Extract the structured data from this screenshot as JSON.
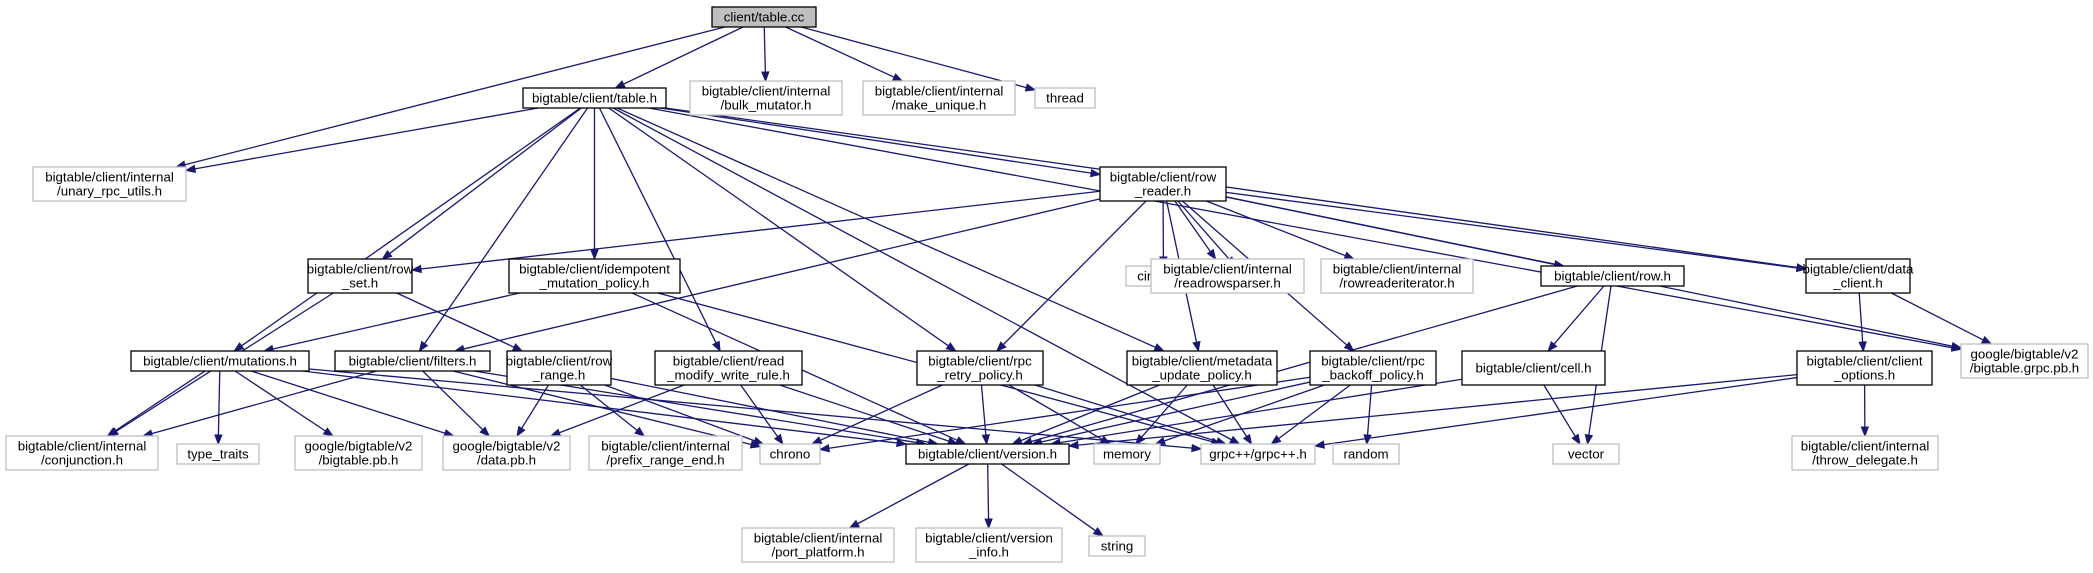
{
  "colors": {
    "edge": "#191970",
    "node_border_strong": "#000000",
    "node_border_external": "#bfbfbf",
    "root_fill": "#bfbfbf",
    "node_fill": "#ffffff"
  },
  "nodes": [
    {
      "id": "table_cc",
      "lines": [
        "client/table.cc"
      ],
      "style": "root"
    },
    {
      "id": "table_h",
      "lines": [
        "bigtable/client/table.h"
      ],
      "style": "internal"
    },
    {
      "id": "bulk_mutator",
      "lines": [
        "bigtable/client/internal",
        "/bulk_mutator.h"
      ],
      "style": "external"
    },
    {
      "id": "make_unique",
      "lines": [
        "bigtable/client/internal",
        "/make_unique.h"
      ],
      "style": "external"
    },
    {
      "id": "thread",
      "lines": [
        "thread"
      ],
      "style": "external"
    },
    {
      "id": "unary_rpc_utils",
      "lines": [
        "bigtable/client/internal",
        "/unary_rpc_utils.h"
      ],
      "style": "external"
    },
    {
      "id": "row_reader",
      "lines": [
        "bigtable/client/row",
        "_reader.h"
      ],
      "style": "internal"
    },
    {
      "id": "row_set",
      "lines": [
        "bigtable/client/row",
        "_set.h"
      ],
      "style": "internal"
    },
    {
      "id": "idempotent",
      "lines": [
        "bigtable/client/idempotent",
        "_mutation_policy.h"
      ],
      "style": "internal"
    },
    {
      "id": "cinttypes",
      "lines": [
        "cinttypes"
      ],
      "style": "external"
    },
    {
      "id": "iterator",
      "lines": [
        "iterator"
      ],
      "style": "external"
    },
    {
      "id": "readrowsparser",
      "lines": [
        "bigtable/client/internal",
        "/readrowsparser.h"
      ],
      "style": "external"
    },
    {
      "id": "rowreaderiterator",
      "lines": [
        "bigtable/client/internal",
        "/rowreaderiterator.h"
      ],
      "style": "external"
    },
    {
      "id": "row_h",
      "lines": [
        "bigtable/client/row.h"
      ],
      "style": "internal"
    },
    {
      "id": "data_client",
      "lines": [
        "bigtable/client/data",
        "_client.h"
      ],
      "style": "internal"
    },
    {
      "id": "bigtable_grpc",
      "lines": [
        "google/bigtable/v2",
        "/bigtable.grpc.pb.h"
      ],
      "style": "external"
    },
    {
      "id": "mutations",
      "lines": [
        "bigtable/client/mutations.h"
      ],
      "style": "internal"
    },
    {
      "id": "filters",
      "lines": [
        "bigtable/client/filters.h"
      ],
      "style": "internal"
    },
    {
      "id": "row_range",
      "lines": [
        "bigtable/client/row",
        "_range.h"
      ],
      "style": "internal"
    },
    {
      "id": "read_modify",
      "lines": [
        "bigtable/client/read",
        "_modify_write_rule.h"
      ],
      "style": "internal"
    },
    {
      "id": "rpc_retry",
      "lines": [
        "bigtable/client/rpc",
        "_retry_policy.h"
      ],
      "style": "internal"
    },
    {
      "id": "metadata",
      "lines": [
        "bigtable/client/metadata",
        "_update_policy.h"
      ],
      "style": "internal"
    },
    {
      "id": "rpc_backoff",
      "lines": [
        "bigtable/client/rpc",
        "_backoff_policy.h"
      ],
      "style": "internal"
    },
    {
      "id": "cell_h",
      "lines": [
        "bigtable/client/cell.h"
      ],
      "style": "internal"
    },
    {
      "id": "client_options",
      "lines": [
        "bigtable/client/client",
        "_options.h"
      ],
      "style": "internal"
    },
    {
      "id": "conjunction",
      "lines": [
        "bigtable/client/internal",
        "/conjunction.h"
      ],
      "style": "external"
    },
    {
      "id": "type_traits",
      "lines": [
        "type_traits"
      ],
      "style": "external"
    },
    {
      "id": "bigtable_pb",
      "lines": [
        "google/bigtable/v2",
        "/bigtable.pb.h"
      ],
      "style": "external"
    },
    {
      "id": "data_pb",
      "lines": [
        "google/bigtable/v2",
        "/data.pb.h"
      ],
      "style": "external"
    },
    {
      "id": "prefix_range",
      "lines": [
        "bigtable/client/internal",
        "/prefix_range_end.h"
      ],
      "style": "external"
    },
    {
      "id": "chrono",
      "lines": [
        "chrono"
      ],
      "style": "external"
    },
    {
      "id": "version_h",
      "lines": [
        "bigtable/client/version.h"
      ],
      "style": "internal"
    },
    {
      "id": "memory",
      "lines": [
        "memory"
      ],
      "style": "external"
    },
    {
      "id": "grpcpp",
      "lines": [
        "grpc++/grpc++.h"
      ],
      "style": "external"
    },
    {
      "id": "random",
      "lines": [
        "random"
      ],
      "style": "external"
    },
    {
      "id": "vector",
      "lines": [
        "vector"
      ],
      "style": "external"
    },
    {
      "id": "throw_delegate",
      "lines": [
        "bigtable/client/internal",
        "/throw_delegate.h"
      ],
      "style": "external"
    },
    {
      "id": "port_platform",
      "lines": [
        "bigtable/client/internal",
        "/port_platform.h"
      ],
      "style": "external"
    },
    {
      "id": "version_info",
      "lines": [
        "bigtable/client/version",
        "_info.h"
      ],
      "style": "external"
    },
    {
      "id": "string",
      "lines": [
        "string"
      ],
      "style": "external"
    }
  ],
  "edges": [
    [
      "table_cc",
      "table_h"
    ],
    [
      "table_cc",
      "bulk_mutator"
    ],
    [
      "table_cc",
      "make_unique"
    ],
    [
      "table_cc",
      "thread"
    ],
    [
      "table_cc",
      "unary_rpc_utils"
    ],
    [
      "table_h",
      "unary_rpc_utils"
    ],
    [
      "table_h",
      "row_reader"
    ],
    [
      "table_h",
      "row_set"
    ],
    [
      "table_h",
      "idempotent"
    ],
    [
      "table_h",
      "mutations"
    ],
    [
      "table_h",
      "filters"
    ],
    [
      "table_h",
      "read_modify"
    ],
    [
      "table_h",
      "rpc_retry"
    ],
    [
      "table_h",
      "metadata"
    ],
    [
      "table_h",
      "data_client"
    ],
    [
      "table_h",
      "bigtable_grpc"
    ],
    [
      "table_h",
      "grpcpp"
    ],
    [
      "row_reader",
      "row_set"
    ],
    [
      "row_reader",
      "filters"
    ],
    [
      "row_reader",
      "cinttypes"
    ],
    [
      "row_reader",
      "iterator"
    ],
    [
      "row_reader",
      "readrowsparser"
    ],
    [
      "row_reader",
      "rowreaderiterator"
    ],
    [
      "row_reader",
      "row_h"
    ],
    [
      "row_reader",
      "data_client"
    ],
    [
      "row_reader",
      "bigtable_grpc"
    ],
    [
      "row_reader",
      "rpc_retry"
    ],
    [
      "row_reader",
      "metadata"
    ],
    [
      "row_reader",
      "rpc_backoff"
    ],
    [
      "row_set",
      "row_range"
    ],
    [
      "row_set",
      "conjunction"
    ],
    [
      "idempotent",
      "mutations"
    ],
    [
      "idempotent",
      "version_h"
    ],
    [
      "idempotent",
      "grpcpp"
    ],
    [
      "row_h",
      "cell_h"
    ],
    [
      "row_h",
      "vector"
    ],
    [
      "row_h",
      "version_h"
    ],
    [
      "data_client",
      "client_options"
    ],
    [
      "data_client",
      "bigtable_grpc"
    ],
    [
      "mutations",
      "conjunction"
    ],
    [
      "mutations",
      "type_traits"
    ],
    [
      "mutations",
      "bigtable_pb"
    ],
    [
      "mutations",
      "data_pb"
    ],
    [
      "mutations",
      "version_h"
    ],
    [
      "mutations",
      "grpcpp"
    ],
    [
      "filters",
      "conjunction"
    ],
    [
      "filters",
      "data_pb"
    ],
    [
      "filters",
      "chrono"
    ],
    [
      "filters",
      "version_h"
    ],
    [
      "row_range",
      "data_pb"
    ],
    [
      "row_range",
      "prefix_range"
    ],
    [
      "row_range",
      "chrono"
    ],
    [
      "row_range",
      "version_h"
    ],
    [
      "read_modify",
      "data_pb"
    ],
    [
      "read_modify",
      "chrono"
    ],
    [
      "read_modify",
      "version_h"
    ],
    [
      "rpc_retry",
      "chrono"
    ],
    [
      "rpc_retry",
      "version_h"
    ],
    [
      "rpc_retry",
      "memory"
    ],
    [
      "rpc_retry",
      "grpcpp"
    ],
    [
      "metadata",
      "version_h"
    ],
    [
      "metadata",
      "memory"
    ],
    [
      "metadata",
      "grpcpp"
    ],
    [
      "rpc_backoff",
      "chrono"
    ],
    [
      "rpc_backoff",
      "version_h"
    ],
    [
      "rpc_backoff",
      "memory"
    ],
    [
      "rpc_backoff",
      "grpcpp"
    ],
    [
      "rpc_backoff",
      "random"
    ],
    [
      "cell_h",
      "version_h"
    ],
    [
      "cell_h",
      "vector"
    ],
    [
      "client_options",
      "throw_delegate"
    ],
    [
      "client_options",
      "grpcpp"
    ],
    [
      "client_options",
      "version_h"
    ],
    [
      "version_h",
      "port_platform"
    ],
    [
      "version_h",
      "version_info"
    ],
    [
      "version_h",
      "string"
    ]
  ]
}
